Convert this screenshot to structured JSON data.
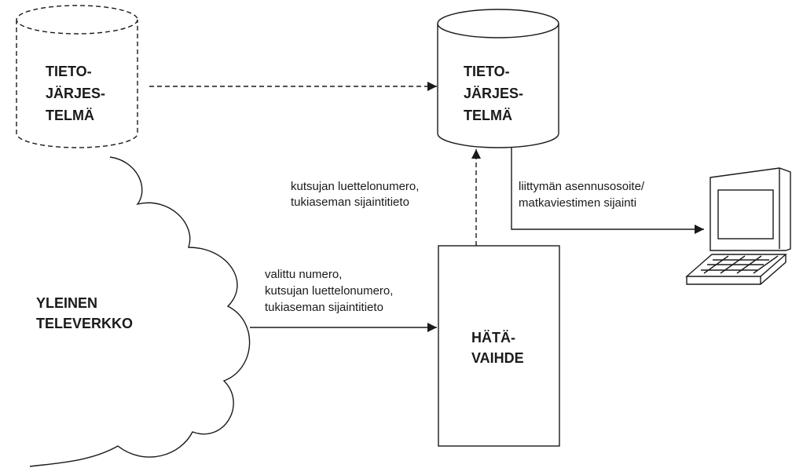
{
  "nodes": {
    "external_database": {
      "lines": [
        "TIETO-",
        "JÄRJES-",
        "TELMÄ"
      ]
    },
    "database": {
      "lines": [
        "TIETO-",
        "JÄRJES-",
        "TELMÄ"
      ]
    },
    "network": {
      "lines": [
        "YLEINEN",
        "TELEVERKKO"
      ]
    },
    "emergency_exchange": {
      "lines": [
        "HÄTÄ-",
        "VAIHDE"
      ]
    }
  },
  "edges": {
    "network_to_exchange": {
      "lines": [
        "valittu numero,",
        "kutsujan luettelonumero,",
        "tukiaseman sijaintitieto"
      ],
      "style": "solid"
    },
    "exchange_to_database": {
      "lines": [
        "kutsujan luettelonumero,",
        "tukiaseman sijaintitieto"
      ],
      "style": "dashed"
    },
    "database_to_terminal": {
      "lines": [
        "liittymän asennusosoite/",
        "matkaviestimen sijainti"
      ],
      "style": "solid"
    },
    "external_to_database": {
      "style": "dashed"
    }
  },
  "colors": {
    "line": "#1a1a1a",
    "background": "#ffffff"
  },
  "icons": {
    "terminal": "computer-terminal-icon"
  }
}
